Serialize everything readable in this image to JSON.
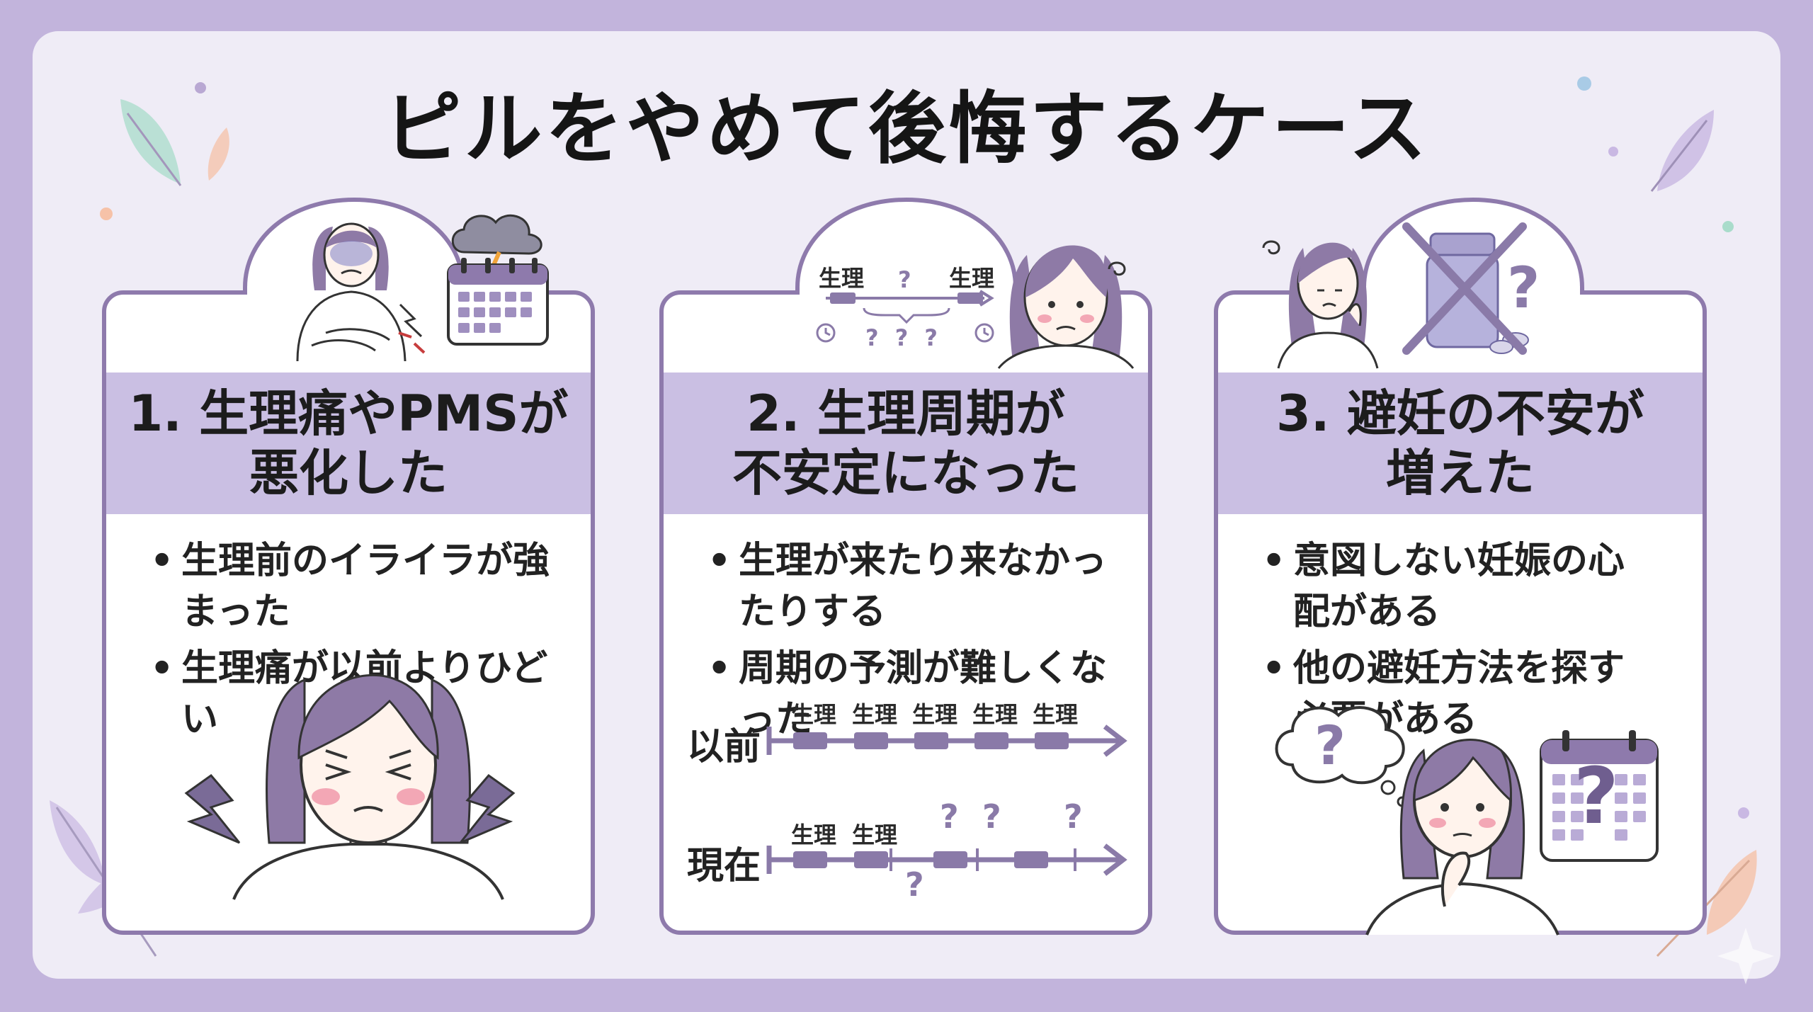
{
  "title": "ピルをやめて後悔するケース",
  "colors": {
    "background": "#c2b4dc",
    "panel": "#efecf6",
    "card_border": "#8e7aac",
    "card_header": "#cabfe3",
    "accent": "#8a7aa8"
  },
  "cards": [
    {
      "title_line1": "1. 生理痛やPMSが",
      "title_line2": "悪化した",
      "bullets": [
        "生理前のイライラが強まった",
        "生理痛が以前よりひどい"
      ],
      "icons": [
        "woman-stomach-pain-icon",
        "storm-cloud-calendar-icon",
        "woman-pain-face-icon",
        "lightning-bolt-icon"
      ]
    },
    {
      "title_line1": "2. 生理周期が",
      "title_line2": "不安定になった",
      "bullets": [
        "生理が来たり来なかったりする",
        "周期の予測が難しくなった"
      ],
      "header_diagram": {
        "left_label": "生理",
        "right_label": "生理",
        "question": "?",
        "bottom_questions": "? ? ?"
      },
      "timeline_before": {
        "label": "以前",
        "period_label": "生理"
      },
      "timeline_now": {
        "label": "現在",
        "period_label": "生理",
        "question": "?"
      },
      "icons": [
        "clock-icon",
        "worried-woman-icon"
      ]
    },
    {
      "title_line1": "3. 避妊の不安が",
      "title_line2": "増えた",
      "bullets": [
        "意図しない妊娠の心配がある",
        "他の避妊方法を探す必要がある"
      ],
      "icons": [
        "troubled-woman-icon",
        "crossed-pill-bottle-icon",
        "thinking-woman-icon",
        "question-cloud-icon",
        "question-calendar-icon"
      ],
      "question": "?"
    }
  ]
}
